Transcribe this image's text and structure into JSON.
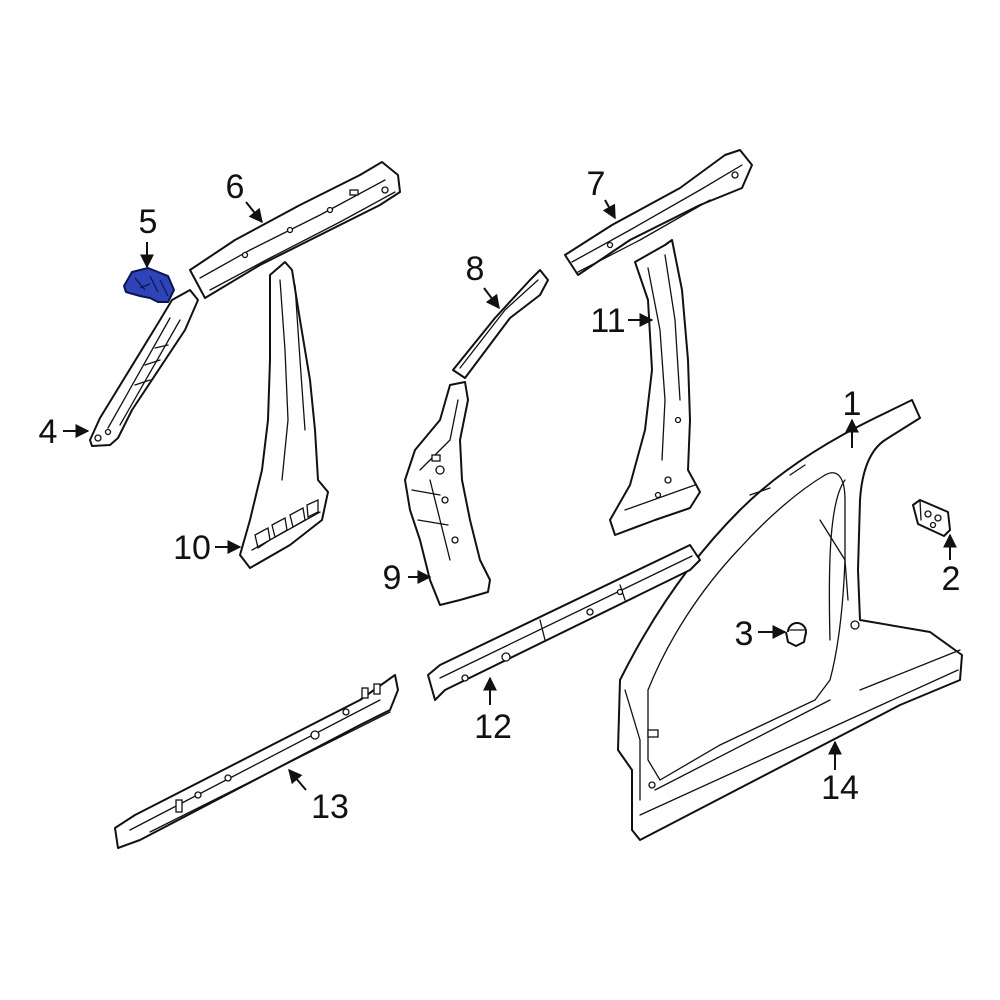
{
  "colors": {
    "background": "#ffffff",
    "line": "#111111",
    "highlight": "#2f44b8"
  },
  "highlighted_part": "5",
  "callouts": {
    "c1": "1",
    "c2": "2",
    "c3": "3",
    "c4": "4",
    "c5": "5",
    "c6": "6",
    "c7": "7",
    "c8": "8",
    "c9": "9",
    "c10": "10",
    "c11": "11",
    "c12": "12",
    "c13": "13",
    "c14": "14"
  }
}
